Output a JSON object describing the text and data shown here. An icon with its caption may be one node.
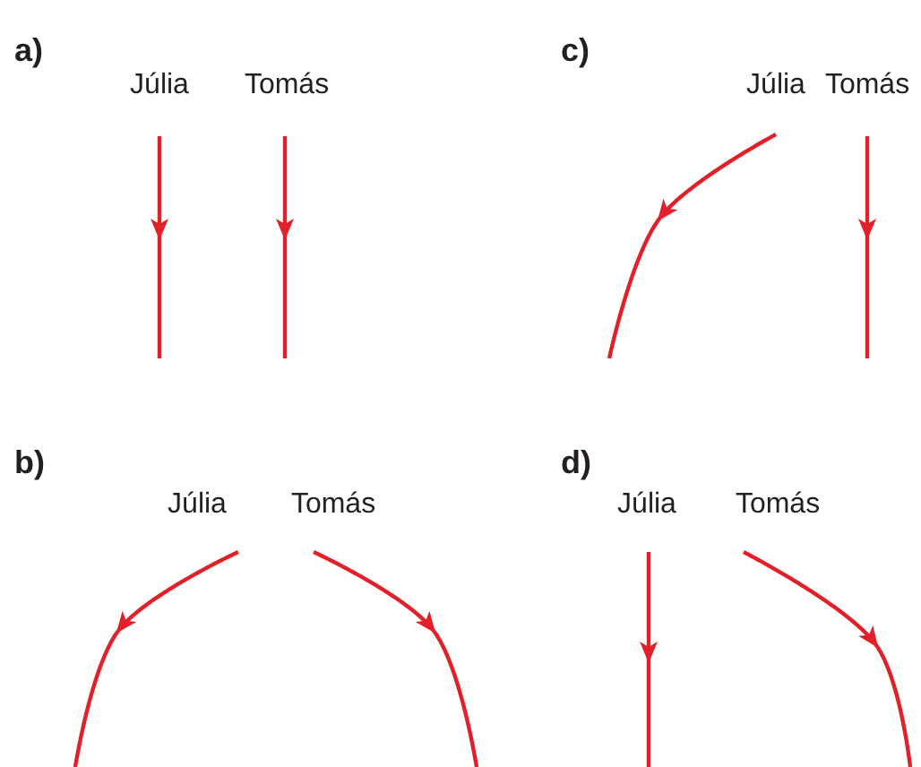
{
  "diagram": {
    "nodes": [
      {
        "text": [
          "Júlia"
        ]
      },
      {
        "text": [
          "Tomás"
        ]
      },
      {
        "text": [
          "Júlia"
        ]
      },
      {
        "text": [
          "Tomás"
        ]
      },
      {
        "text": [
          "Júlia"
        ]
      },
      {
        "text": [
          "Tomás"
        ]
      },
      {
        "text": [
          "Júlia"
        ]
      },
      {
        "text": [
          "Tomás"
        ]
      }
    ],
    "edges": [
      {
        "from": 0,
        "to": null,
        "arrow": "to"
      },
      {
        "from": 1,
        "to": null,
        "arrow": "to"
      },
      {
        "from": 2,
        "to": null,
        "arrow": "to"
      },
      {
        "from": 3,
        "to": null,
        "arrow": "to"
      },
      {
        "from": 4,
        "to": null,
        "arrow": "to"
      },
      {
        "from": 5,
        "to": null,
        "arrow": "to"
      },
      {
        "from": 6,
        "to": null,
        "arrow": "to"
      },
      {
        "from": 7,
        "to": null,
        "arrow": "to"
      }
    ],
    "labels": [
      "a)",
      "c)",
      "b)",
      "d)"
    ]
  }
}
